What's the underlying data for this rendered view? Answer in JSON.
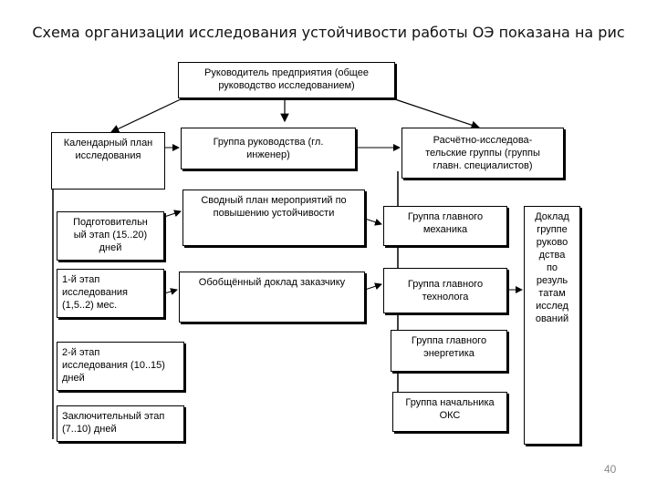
{
  "title": "Схема организации исследования устойчивости работы ОЭ показана на рис",
  "boxes": {
    "head": "Руководитель предприятия (общее\nруководство исследованием)",
    "calendar": "Календарный план\nисследования",
    "prep": "Подготовительн\nый этап (15..20)\nдней",
    "stage1": "1-й этап\nисследования\n(1,5..2) мес.",
    "stage2": "2-й этап\nисследования (10..15)\nдней",
    "final": "Заключительный этап\n(7..10) дней",
    "mgmt": "Группа руководства (гл.\nинженер)",
    "plan": "Сводный план мероприятий по\nповышению устойчивости",
    "report": "Обобщённый доклад заказчику",
    "calc": "Расчётно-исследова-\nтельские группы (группы\nглавн. специалистов)",
    "mech": "Группа главного\nмеханика",
    "tech": "Группа главного\nтехнолога",
    "energy": "Группа главного\nэнергетика",
    "oks": "Группа начальника\nОКС",
    "doklad": "Доклад\nгруппе\nруково\nдства\nпо\nрезуль\nтатам\nисслед\nований"
  },
  "page_number": "40"
}
